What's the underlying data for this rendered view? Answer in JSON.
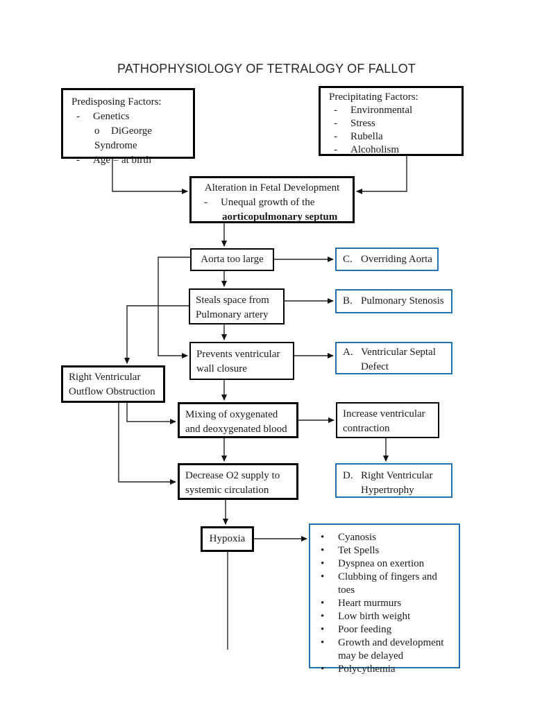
{
  "title": "PATHOPHYSIOLOGY OF TETRALOGY OF FALLOT",
  "colors": {
    "accent_blue": "#2173b5",
    "text": "#1a1a1a",
    "line": "#222222"
  },
  "flow": {
    "bullet_char": "•",
    "predisposing": {
      "heading": "Predisposing Factors:",
      "items": [
        {
          "marker": "-",
          "text": "Genetics"
        },
        {
          "marker": "o",
          "text": "DiGeorge Syndrome"
        },
        {
          "marker": "-",
          "text": "Age = at birth"
        }
      ]
    },
    "precipitating": {
      "heading": "Precipitating Factors:",
      "items": [
        {
          "marker": "-",
          "text": "Environmental"
        },
        {
          "marker": "-",
          "text": "Stress"
        },
        {
          "marker": "-",
          "text": "Rubella"
        },
        {
          "marker": "-",
          "text": "Alcoholism"
        }
      ]
    },
    "alteration": {
      "line1": "Alteration in Fetal Development",
      "marker": "-",
      "line2": "Unequal growth of the",
      "line3": "aorticopulmonary septum"
    },
    "aorta_too_large": "Aorta too large",
    "overriding_aorta": {
      "letter": "C.",
      "label": "Overriding Aorta"
    },
    "steals_space": {
      "line1": "Steals space from",
      "line2": "Pulmonary artery"
    },
    "pulmonary_stenosis": {
      "letter": "B.",
      "label": "Pulmonary Stenosis"
    },
    "prevents_closure": {
      "line1": "Prevents ventricular",
      "line2": "wall closure"
    },
    "vsd": {
      "letter": "A.",
      "line1": "Ventricular Septal",
      "line2": "Defect"
    },
    "rvoo": {
      "line1": "Right Ventricular",
      "line2": "Outflow Obstruction"
    },
    "mixing": {
      "line1": "Mixing of oxygenated",
      "line2": "and deoxygenated blood"
    },
    "increase_contraction": {
      "line1": "Increase ventricular",
      "line2": "contraction"
    },
    "decrease_o2": {
      "line1": "Decrease O2 supply to",
      "line2": "systemic circulation"
    },
    "rvh": {
      "letter": "D.",
      "line1": "Right Ventricular",
      "line2": "Hypertrophy"
    },
    "hypoxia": "Hypoxia",
    "symptoms": [
      "Cyanosis",
      "Tet Spells",
      "Dyspnea on exertion",
      "Clubbing of fingers and toes",
      "Heart murmurs",
      "Low birth weight",
      "Poor feeding",
      "Growth and development may be delayed",
      "Polycythemia"
    ]
  }
}
